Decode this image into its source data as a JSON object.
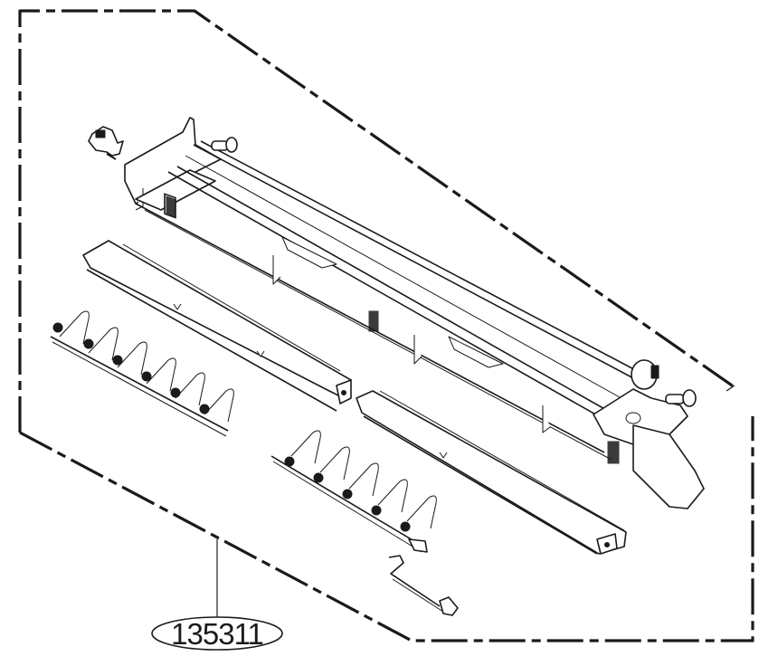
{
  "diagram": {
    "type": "exploded-parts-assembly",
    "boundary_style": "dash-dot",
    "callouts": [
      {
        "label": "135311",
        "target": "assembly-boundary"
      }
    ],
    "parts": [
      {
        "name": "main-frame-assembly",
        "description": "long diagonal frame with end brackets"
      },
      {
        "name": "left-end-cap",
        "description": "small clip part at upper left"
      },
      {
        "name": "left-screw",
        "description": "screw at left end bracket"
      },
      {
        "name": "right-knob",
        "description": "round knob at right end"
      },
      {
        "name": "right-screw",
        "description": "screw at right end bracket"
      },
      {
        "name": "upper-guide-plate",
        "description": "long plate below frame (left half)"
      },
      {
        "name": "lower-guide-plate",
        "description": "long plate below frame (right half)"
      },
      {
        "name": "spring-finger-row-left",
        "description": "row of 6 spring fingers"
      },
      {
        "name": "spring-finger-row-right",
        "description": "row of 5 spring fingers"
      },
      {
        "name": "actuator-lever",
        "description": "bent lever rod at bottom"
      }
    ],
    "colors": {
      "line": "#1a1a1a",
      "background": "#ffffff"
    }
  }
}
